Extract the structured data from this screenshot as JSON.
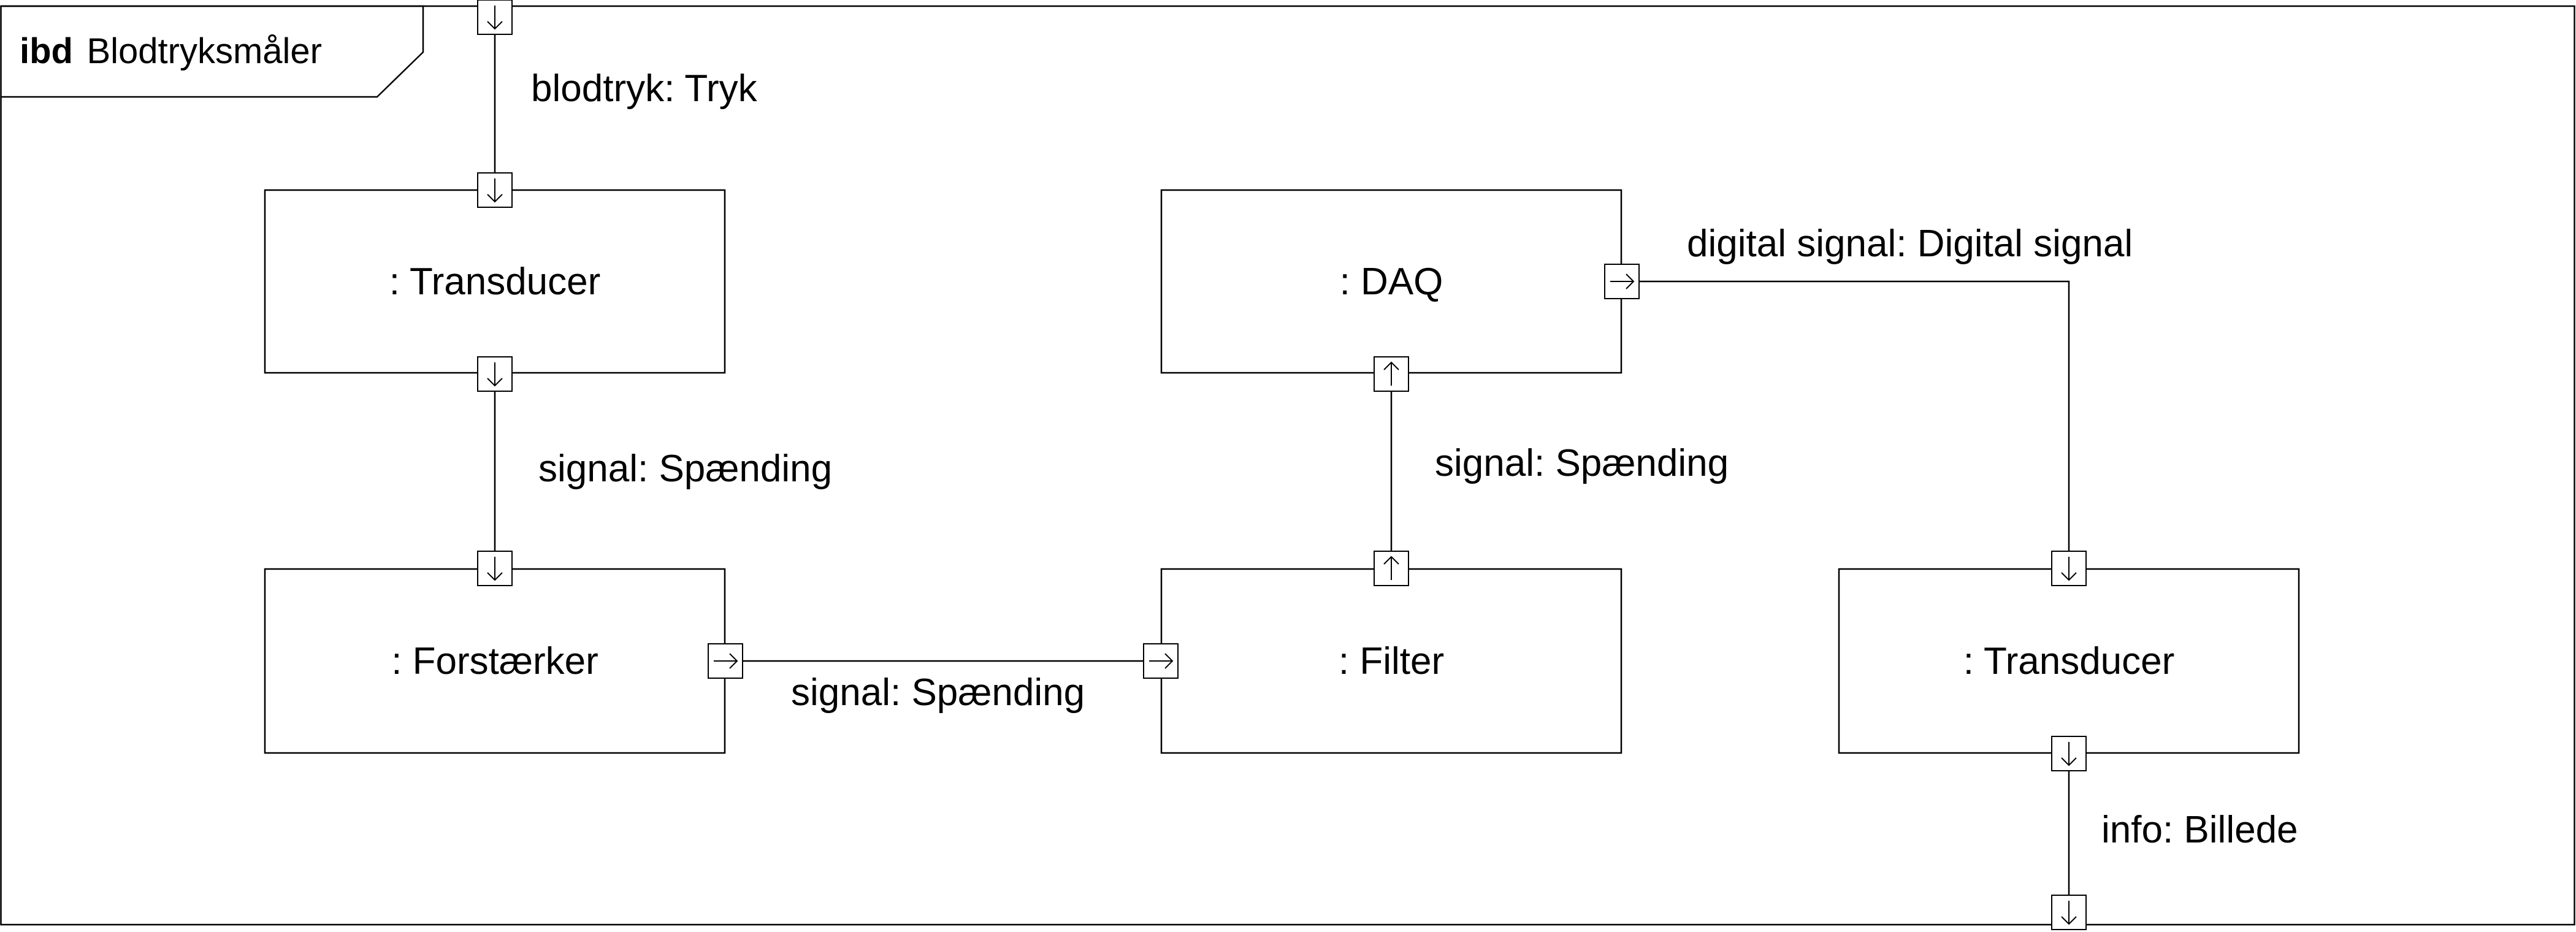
{
  "frame": {
    "kind": "ibd",
    "name": "Blodtryksmåler"
  },
  "blocks": {
    "transducer_in": ": Transducer",
    "daq": ": DAQ",
    "forstaerker": ": Forstærker",
    "filter": ": Filter",
    "transducer_out": ": Transducer"
  },
  "flows": {
    "blodtryk": "blodtryk: Tryk",
    "signal_transducer_forstaerker": "signal: Spænding",
    "signal_forstaerker_filter": "signal: Spænding",
    "signal_filter_daq": "signal: Spænding",
    "digital_signal": "digital signal: Digital signal",
    "info": "info: Billede"
  }
}
